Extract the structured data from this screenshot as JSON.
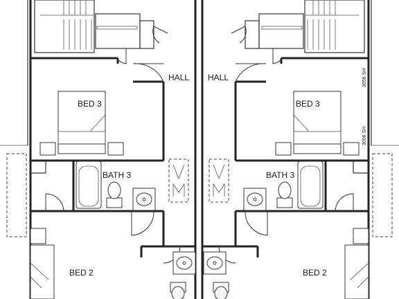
{
  "rooms": {
    "hall_left": "HALL",
    "hall_right": "HALL",
    "bed3_left": "BED 3",
    "bed3_right": "BED 3",
    "bath3_left": "BATH 3",
    "bath3_right": "BATH 3",
    "bed2_left": "BED 2",
    "bed2_right": "BED 2"
  },
  "window_tags": {
    "upper": "3056 SH",
    "lower": "3056 SH"
  },
  "colors": {
    "wall": "#222222",
    "background": "#ffffff"
  }
}
